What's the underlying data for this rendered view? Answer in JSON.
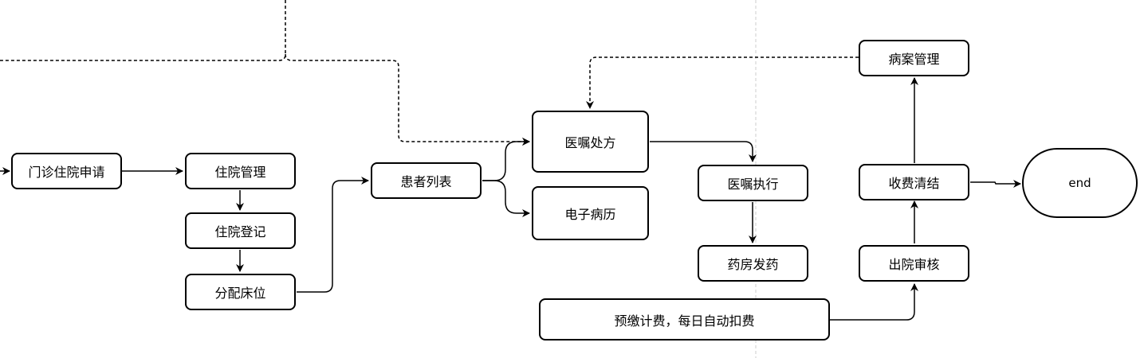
{
  "colors": {
    "stroke": "#000000",
    "background": "#ffffff",
    "guide": "#cccccc"
  },
  "nodes": {
    "outpatient": "门诊住院申请",
    "inpatient_mgmt": "住院管理",
    "inpatient_reg": "住院登记",
    "bed_assign": "分配床位",
    "patient_list": "患者列表",
    "prescription": "医嘱处方",
    "emr": "电子病历",
    "order_exec": "医嘱执行",
    "pharmacy": "药房发药",
    "prepay": "预缴计费，每日自动扣费",
    "records": "病案管理",
    "billing": "收费清结",
    "discharge_review": "出院审核",
    "end": "end"
  }
}
